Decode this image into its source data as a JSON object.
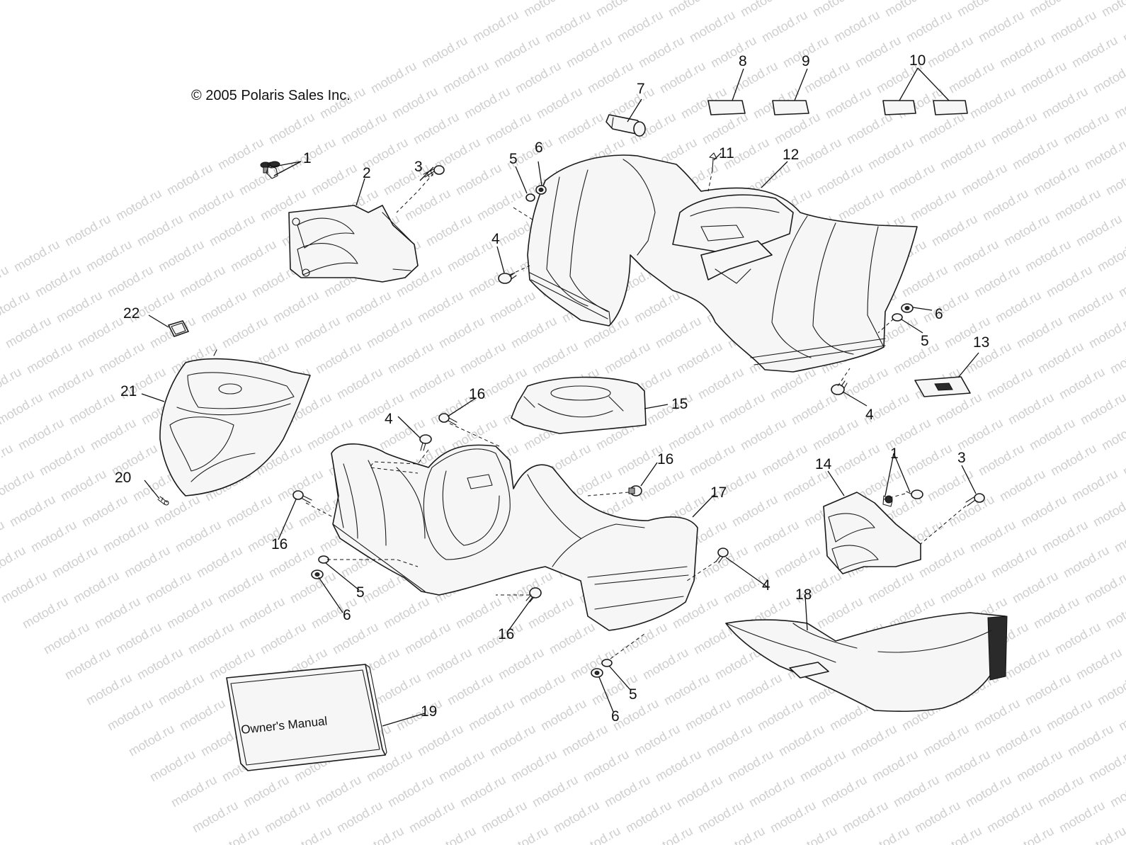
{
  "copyright": "© 2005 Polaris Sales Inc.",
  "manual_label": "Owner's Manual",
  "watermark": "motod.ru",
  "callouts": {
    "c1a": "1",
    "c2": "2",
    "c3a": "3",
    "c4a": "4",
    "c5a": "5",
    "c6a": "6",
    "c7": "7",
    "c8": "8",
    "c9": "9",
    "c10": "10",
    "c11": "11",
    "c12": "12",
    "c6b": "6",
    "c5b": "5",
    "c13": "13",
    "c4b": "4",
    "c22": "22",
    "c21": "21",
    "c16a": "16",
    "c15": "15",
    "c4c": "4",
    "c20": "20",
    "c16b": "16",
    "c14": "14",
    "c1b": "1",
    "c3b": "3",
    "c17": "17",
    "c16c": "16",
    "c5c": "5",
    "c6c": "6",
    "c4d": "4",
    "c18": "18",
    "c16d": "16",
    "c5d": "5",
    "c6d": "6",
    "c19": "19"
  }
}
